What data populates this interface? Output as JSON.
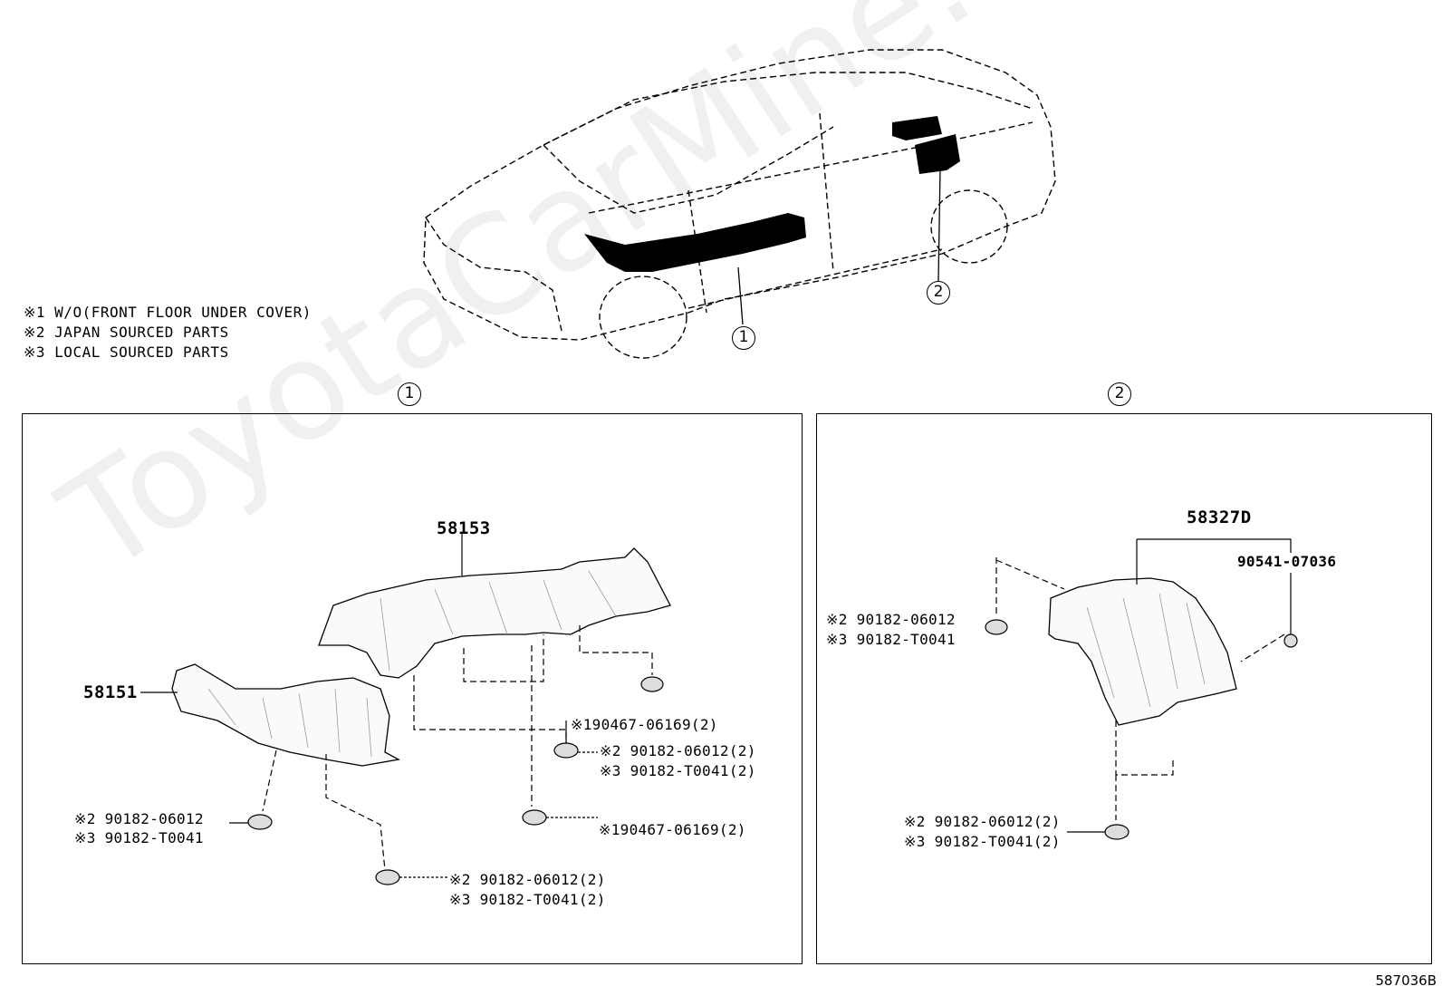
{
  "notes": [
    "※1 W/O(FRONT FLOOR UNDER COVER)",
    "※2 JAPAN SOURCED PARTS",
    "※3 LOCAL SOURCED PARTS"
  ],
  "callouts": {
    "car_1": "1",
    "car_2": "2",
    "panel_1": "1",
    "panel_2": "2"
  },
  "panel1": {
    "part_58153": "58153",
    "part_58151": "58151",
    "fasteners": {
      "clip_a_line1": "※190467-06169(2)",
      "clip_b_line1": "※2 90182-06012(2)",
      "clip_b_line2": "※3 90182-T0041(2)",
      "clip_c_line1": "※190467-06169(2)",
      "clip_d_line1": "※2  90182-06012",
      "clip_d_line2": "※3  90182-T0041",
      "clip_e_line1": "※2  90182-06012(2)",
      "clip_e_line2": "※3  90182-T0041(2)"
    }
  },
  "panel2": {
    "part_58327D": "58327D",
    "part_90541": "90541-07036",
    "fasteners": {
      "clip_f_line1": "※2  90182-06012",
      "clip_f_line2": "※3  90182-T0041",
      "clip_g_line1": "※2 90182-06012(2)",
      "clip_g_line2": "※3 90182-T0041(2)"
    }
  },
  "diagram_id": "587036B",
  "watermark": "ToyotaCarMine.ru"
}
